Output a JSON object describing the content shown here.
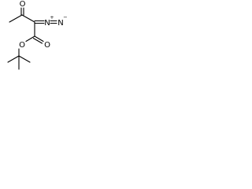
{
  "molecule": {
    "atoms": {
      "ketone_oxygen": "O",
      "ester_carbonyl_oxygen": "O",
      "ester_ether_oxygen": "O",
      "diazo_n1": "N",
      "diazo_n2": "N"
    },
    "charges": {
      "n1_plus": "+",
      "n2_minus": "−"
    }
  }
}
